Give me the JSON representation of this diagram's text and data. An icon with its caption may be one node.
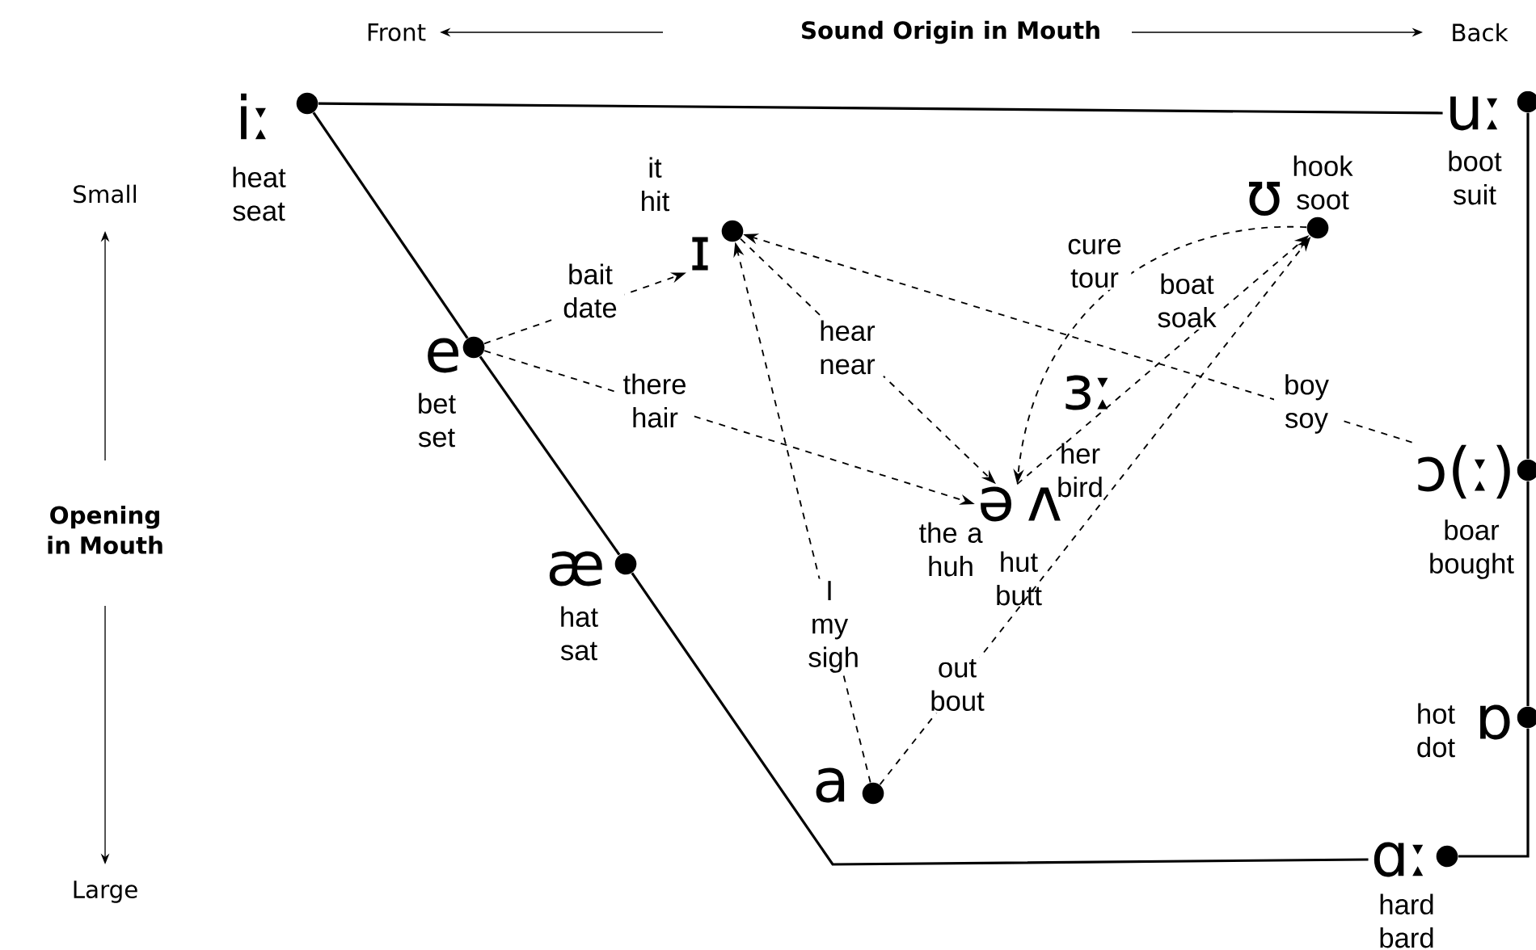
{
  "diagram": {
    "nodes": [
      {
        "text": [
          "iː"
        ],
        "beside": [
          "heat seat"
        ]
      },
      {
        "text": [
          "uː"
        ],
        "beside": [
          "boot suit"
        ]
      },
      {
        "text": [
          "ɪ"
        ],
        "beside": [
          "it hit"
        ]
      },
      {
        "text": [
          "ʊ"
        ],
        "beside": [
          "hook soot"
        ]
      },
      {
        "text": [
          "e"
        ],
        "beside": [
          "bet set"
        ]
      },
      {
        "text": [
          "ɜː"
        ],
        "beside": [
          "her bird"
        ]
      },
      {
        "text": [
          "ɔ(ː)"
        ],
        "beside": [
          "boar bought"
        ]
      },
      {
        "text": [
          "ə"
        ],
        "beside": [
          "the a huh"
        ]
      },
      {
        "text": [
          "ʌ"
        ],
        "beside": [
          "hut butt"
        ]
      },
      {
        "text": [
          "æ"
        ],
        "beside": [
          "hat sat"
        ]
      },
      {
        "text": [
          "ɒ"
        ],
        "beside": [
          "hot dot"
        ]
      },
      {
        "text": [
          "a"
        ]
      },
      {
        "text": [
          "ɑː"
        ],
        "beside": [
          "hard bard"
        ]
      }
    ],
    "edges": [
      {
        "from": 0,
        "to": 1,
        "arrow": "none"
      },
      {
        "from": 1,
        "to": 6,
        "arrow": "none"
      },
      {
        "from": 6,
        "to": 10,
        "arrow": "none"
      },
      {
        "from": 10,
        "to": 12,
        "arrow": "none"
      },
      {
        "from": 12,
        "to": 9,
        "arrow": "none"
      },
      {
        "from": 9,
        "to": 4,
        "arrow": "none"
      },
      {
        "from": 4,
        "to": 0,
        "arrow": "none"
      },
      {
        "from": 4,
        "to": 2,
        "arrow": "to",
        "label": "bait date",
        "style": "dashed"
      },
      {
        "from": 4,
        "to": 7,
        "arrow": "to",
        "label": "there hair",
        "style": "dashed"
      },
      {
        "from": 11,
        "to": 2,
        "arrow": "to",
        "label": "I my sigh",
        "style": "dashed"
      },
      {
        "from": 2,
        "to": 7,
        "arrow": "to",
        "label": "hear near",
        "style": "dashed"
      },
      {
        "from": 3,
        "to": 7,
        "arrow": "to",
        "label": "cure tour",
        "style": "dashed"
      },
      {
        "from": 7,
        "to": 3,
        "arrow": "to",
        "label": "boat soak",
        "style": "dashed"
      },
      {
        "from": 11,
        "to": 3,
        "arrow": "to",
        "label": "out bout",
        "style": "dashed"
      },
      {
        "from": 6,
        "to": 2,
        "arrow": "to",
        "label": "boy soy",
        "style": "dashed"
      }
    ],
    "labels": [
      "Front",
      "Sound Origin in Mouth",
      "Back",
      "Small",
      "Opening in Mouth",
      "Large"
    ]
  }
}
